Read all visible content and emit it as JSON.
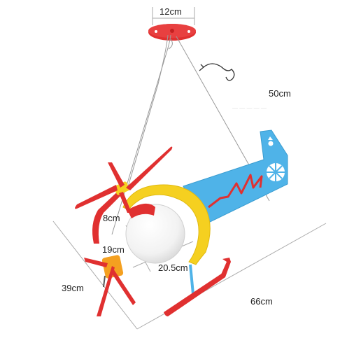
{
  "product": {
    "name": "helicopter-pendant-lamp",
    "colors": {
      "red": "#e03030",
      "blue": "#4fb3e8",
      "yellow": "#f5d020",
      "white": "#f4f4f4",
      "orange": "#f4a020",
      "wire": "#9a9a9a",
      "dim_line": "#aaaaaa"
    }
  },
  "dimensions": {
    "canopy_width": "12cm",
    "suspension_length": "50cm",
    "globe_small": "8cm",
    "globe_height": "19cm",
    "globe_diameter": "20.5cm",
    "overall_height": "39cm",
    "overall_length": "66cm"
  },
  "icons": {
    "rotation_arrow": "curved-arrow-icon"
  },
  "watermark": "— — — — —"
}
